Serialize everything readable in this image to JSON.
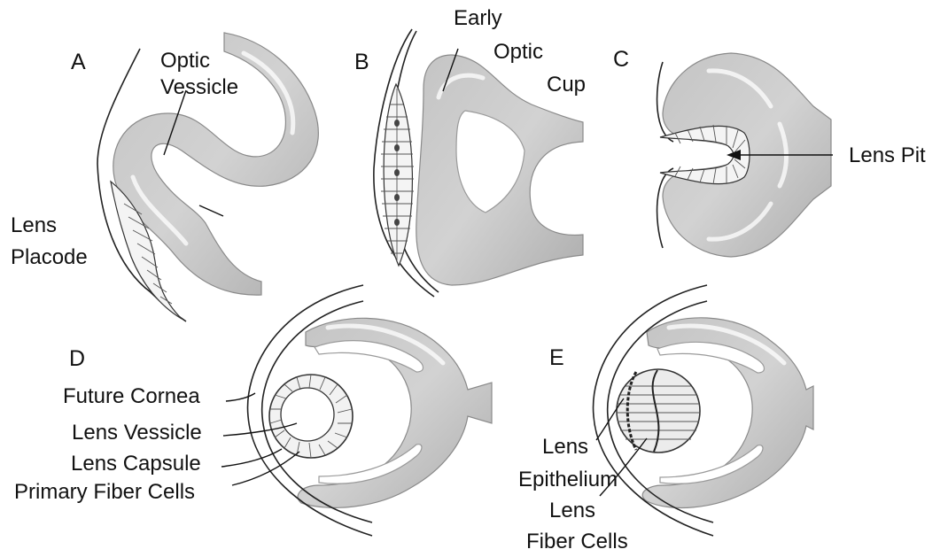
{
  "panels": {
    "A": {
      "letter": "A",
      "labels": {
        "vesicle_1": "Optic",
        "vesicle_2": "Vessicle",
        "placode_1": "Lens",
        "placode_2": "Placode"
      }
    },
    "B": {
      "letter": "B",
      "labels": {
        "cup_1": "Early",
        "cup_2": "Optic",
        "cup_3": "Cup"
      }
    },
    "C": {
      "letter": "C",
      "labels": {
        "pit": "Lens Pit"
      }
    },
    "D": {
      "letter": "D",
      "labels": {
        "cornea": "Future Cornea",
        "vessicle": "Lens Vessicle",
        "capsule": "Lens Capsule",
        "fibers": "Primary Fiber Cells"
      }
    },
    "E": {
      "letter": "E",
      "labels": {
        "epi_1": "Lens",
        "epi_2": "Epithelium",
        "fiber_1": "Lens",
        "fiber_2": "Fiber Cells"
      }
    }
  },
  "colors": {
    "tissue": "#b9b9b9",
    "tissue_light": "#d6d6d6",
    "outline": "#222222",
    "background": "#ffffff"
  }
}
